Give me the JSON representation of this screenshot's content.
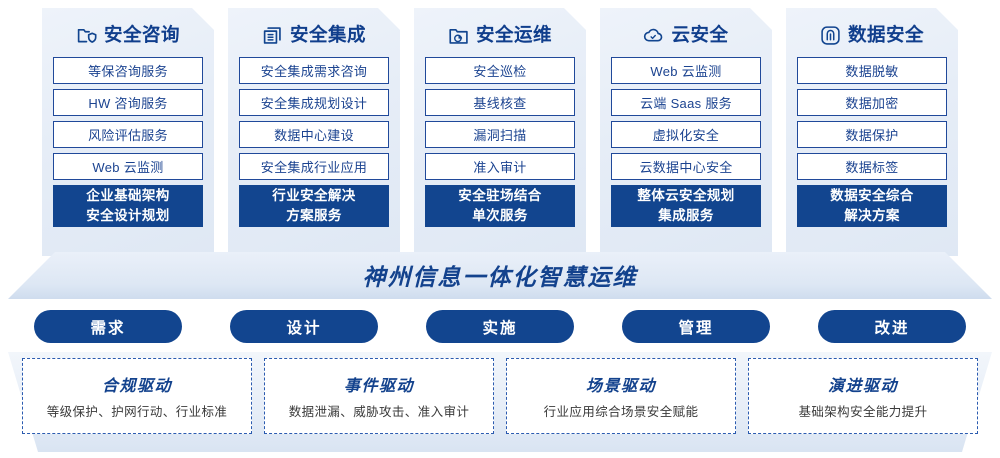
{
  "columns": [
    {
      "icon": "folder-shield-icon",
      "title": "安全咨询",
      "items": [
        "等保咨询服务",
        "HW 咨询服务",
        "风险评估服务",
        "Web 云监测"
      ],
      "footer": [
        "企业基础架构",
        "安全设计规划"
      ]
    },
    {
      "icon": "document-stack-icon",
      "title": "安全集成",
      "items": [
        "安全集成需求咨询",
        "安全集成规划设计",
        "数据中心建设",
        "安全集成行业应用"
      ],
      "footer": [
        "行业安全解决",
        "方案服务"
      ]
    },
    {
      "icon": "folder-pie-chart-icon",
      "title": "安全运维",
      "items": [
        "安全巡检",
        "基线核查",
        "漏洞扫描",
        "准入审计"
      ],
      "footer": [
        "安全驻场结合",
        "单次服务"
      ]
    },
    {
      "icon": "cloud-icon",
      "title": "云安全",
      "items": [
        "Web 云监测",
        "云端 Saas 服务",
        "虚拟化安全",
        "云数据中心安全"
      ],
      "footer": [
        "整体云安全规划",
        "集成服务"
      ]
    },
    {
      "icon": "fingerprint-icon",
      "title": "数据安全",
      "items": [
        "数据脱敏",
        "数据加密",
        "数据保护",
        "数据标签"
      ],
      "footer": [
        "数据安全综合",
        "解决方案"
      ]
    }
  ],
  "banner": {
    "text": "神州信息一体化智慧运维"
  },
  "pills": [
    {
      "label": "需求"
    },
    {
      "label": "设计"
    },
    {
      "label": "实施"
    },
    {
      "label": "管理"
    },
    {
      "label": "改进"
    }
  ],
  "drivers": [
    {
      "title": "合规驱动",
      "desc": "等级保护、护网行动、行业标准"
    },
    {
      "title": "事件驱动",
      "desc": "数据泄漏、威胁攻击、准入审计"
    },
    {
      "title": "场景驱动",
      "desc": "行业应用综合场景安全赋能"
    },
    {
      "title": "演进驱动",
      "desc": "基础架构安全能力提升"
    }
  ],
  "colors": {
    "primary": "#12458f",
    "accent": "#13428d",
    "panel_bg": "#e6edf7",
    "item_border": "#20499a"
  }
}
